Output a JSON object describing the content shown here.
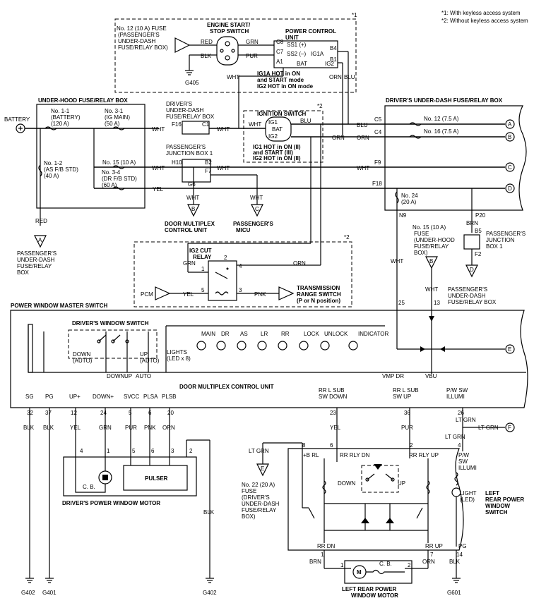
{
  "footnotes": {
    "n1": "*1: With keyless access system",
    "n2": "*2: Without keyless access system"
  },
  "engine_switch": {
    "title1": "ENGINE START/",
    "title2": "STOP SWITCH",
    "star": "*1",
    "fuse1": "No. 12 (10 A) FUSE",
    "fuse2": "(PASSENGER'S",
    "fuse3": "UNDER-DASH",
    "fuse4": "FUSE/RELAY BOX)",
    "red": "RED",
    "blk": "BLK",
    "grn": "GRN",
    "pur": "PUR",
    "g405": "G405",
    "pcu1": "POWER CONTROL",
    "pcu2": "UNIT",
    "c8": "C8",
    "c7": "C7",
    "a1": "A1",
    "b4": "B4",
    "b1": "B1",
    "ss1": "SS1 (+)",
    "ss2": "SS2 (–)",
    "bat": "BAT",
    "ig1a": "IG1A",
    "ig2": "IG2",
    "orn": "ORN",
    "blu": "BLU",
    "wht": "WHT",
    "note1": "IG1A HOT in ON",
    "note2": "and START mode",
    "note3": "IG2 HOT in ON mode"
  },
  "underhood": {
    "title": "UNDER-HOOD FUSE/RELAY BOX",
    "battery": "BATTERY",
    "f11a": "No. 1-1",
    "f11b": "(BATTERY)",
    "f11c": "(120 A)",
    "f31a": "No. 3-1",
    "f31b": "(IG MAIN)",
    "f31c": "(50 A)",
    "f12a": "No. 1-2",
    "f12b": "(AS F/B STD)",
    "f12c": "(40 A)",
    "f15": "No. 15 (10 A)",
    "f34a": "No. 3-4",
    "f34b": "(DR F/B STD)",
    "f34c": "(60 A)",
    "wht1": "WHT",
    "wht2": "WHT",
    "yel": "YEL",
    "red": "RED",
    "pass1": "PASSENGER'S",
    "pass2": "UNDER-DASH",
    "pass3": "FUSE/RELAY",
    "pass4": "BOX",
    "conn_a": "A"
  },
  "driver_udb_small": {
    "t1": "DRIVER'S",
    "t2": "UNDER-DASH",
    "t3": "FUSE/RELAY BOX",
    "f16": "F16",
    "c1": "C1",
    "wht": "WHT"
  },
  "ign_switch": {
    "title": "IGNITION SWITCH",
    "star": "*2",
    "ig1": "IG1",
    "bat": "BAT",
    "ig2": "IG2",
    "blu": "BLU",
    "orn": "ORN",
    "wht": "WHT",
    "n1": "IG1 HOT in ON (II)",
    "n2": "and START (III)",
    "n3": "IG2 HOT in ON (II)"
  },
  "pjb1": {
    "t1": "PASSENGER'S",
    "t2": "JUNCTION BOX 1",
    "h10": "H10",
    "b2": "B2",
    "f7": "F7",
    "g6": "G6",
    "wht1": "WHT",
    "wht2": "WHT",
    "wht3": "WHT",
    "wht4": "WHT"
  },
  "connectors": {
    "b": "B",
    "c": "C",
    "d": "D",
    "e": "E"
  },
  "dmcu_small": {
    "t1": "DOOR MULTIPLEX",
    "t2": "CONTROL UNIT"
  },
  "micu": {
    "t1": "PASSENGER'S",
    "t2": "MICU"
  },
  "driver_udb": {
    "title": "DRIVER'S UNDER-DASH FUSE/RELAY BOX",
    "c5": "C5",
    "c4": "C4",
    "f9": "F9",
    "f18": "F18",
    "n9": "N9",
    "p20": "P20",
    "blu": "BLU",
    "orn": "ORN",
    "wht": "WHT",
    "f12": "No. 12 (7.5 A)",
    "f16": "No. 16 (7.5 A)",
    "f24a": "No. 24",
    "f24b": "(20 A)",
    "a": "A",
    "b": "B",
    "c": "C",
    "d": "D"
  },
  "pjb1_right": {
    "brn": "BRN",
    "b5": "B5",
    "f2": "F2",
    "t1": "PASSENGER'S",
    "t2": "JUNCTION",
    "t3": "BOX 1"
  },
  "fuse15b": {
    "l1": "No. 15 (10 A)",
    "l2": "FUSE",
    "l3": "(UNDER-HOOD",
    "l4": "FUSE/RELAY",
    "l5": "BOX)"
  },
  "pudb": {
    "l1": "PASSENGER'S",
    "l2": "UNDER-DASH",
    "l3": "FUSE/RELAY BOX"
  },
  "ig2cut": {
    "star": "*2",
    "t1": "IG2 CUT",
    "t2": "RELAY",
    "grn": "GRN",
    "orn": "ORN",
    "pcm": "PCM",
    "yel": "YEL",
    "pnk": "PNK",
    "p1": "1",
    "p2": "2",
    "p3": "3",
    "p4": "4",
    "p5": "5",
    "trs1": "TRANSMISSION",
    "trs2": "RANGE SWITCH",
    "trs3": "(P or N position)"
  },
  "pwms": {
    "title": "POWER WINDOW MASTER SWITCH",
    "dws": "DRIVER'S WINDOW SWITCH",
    "down": "DOWN",
    "auto": "(AUTO)",
    "up": "UP",
    "auto2": "(AUTO)",
    "sub1": "DOWN",
    "sub2": "UP",
    "sub3": "AUTO",
    "lights": "LIGHTS",
    "leds": "(LED x 8)",
    "main": "MAIN",
    "dr": "DR",
    "as": "AS",
    "lr": "LR",
    "rr": "RR",
    "lock": "LOCK",
    "unlock": "UNLOCK",
    "indicator": "INDICATOR",
    "vmp": "VMP DR",
    "vbu": "VBU",
    "p25": "25",
    "p13": "13",
    "wht": "WHT",
    "dmcu": "DOOR MULTIPLEX CONTROL UNIT",
    "sg": "SG",
    "pg": "PG",
    "upp": "UP+",
    "downp": "DOWN+",
    "svcc": "SVCC",
    "plsa": "PLSA",
    "plsb": "PLSB",
    "rrlsd1": "RR L SUB",
    "rrlsd2": "SW DOWN",
    "rrlsu1": "RR L SUB",
    "rrlsu2": "SW UP",
    "pws1": "P/W SW",
    "pws2": "ILLUMI",
    "pin32": "32",
    "pin37": "37",
    "pin12": "12",
    "pin24": "24",
    "pin5": "5",
    "pin6": "6",
    "pin20": "20",
    "pin23": "23",
    "pin36": "36",
    "pin26": "26"
  },
  "lower": {
    "blk1": "BLK",
    "blk2": "BLK",
    "yel": "YEL",
    "grn": "GRN",
    "pur": "PUR",
    "pnk": "PNK",
    "orn": "ORN",
    "blk3": "BLK",
    "yel2": "YEL",
    "pur2": "PUR",
    "ltgrn1": "LT GRN",
    "ltgrn2": "LT GRN",
    "ltgrn3": "LT GRN",
    "ltgrn4": "LT GRN",
    "f": "F",
    "m4": "4",
    "m1": "1",
    "m5": "5",
    "m6": "6",
    "m3": "3",
    "m2": "2",
    "cb": "C. B.",
    "pulser": "PULSER",
    "dpwm": "DRIVER'S POWER WINDOW MOTOR",
    "g402a": "G402",
    "g401": "G401",
    "g402b": "G402",
    "g601": "G601",
    "f22a": "No. 22 (20 A)",
    "f22b": "FUSE",
    "f22c": "(DRIVER'S",
    "f22d": "UNDER-DASH",
    "f22e": "FUSE/RELAY",
    "f22f": "BOX)",
    "p8": "8",
    "p6": "6",
    "p2": "2",
    "p4": "4",
    "pbrl": "+B RL",
    "rrlydn": "RR RLY DN",
    "rrlyup": "RR RLY UP",
    "down": "DOWN",
    "up": "UP",
    "psw1": "P/W",
    "psw2": "SW",
    "psw3": "ILLUMI",
    "light1": "LIGHT",
    "light2": "(LED)",
    "lrpws1": "LEFT",
    "lrpws2": "REAR POWER",
    "lrpws3": "WINDOW",
    "lrpws4": "SWITCH",
    "rrdn": "RR DN",
    "rrup": "RR UP",
    "pg": "PG",
    "q1": "1",
    "q7": "7",
    "q14": "14",
    "brn": "BRN",
    "orn2": "ORN",
    "blk4": "BLK",
    "m1b": "1",
    "m2b": "2",
    "cb2": "C. B.",
    "mm": "M",
    "lrpwm1": "LEFT REAR POWER",
    "lrpwm2": "WINDOW MOTOR"
  }
}
